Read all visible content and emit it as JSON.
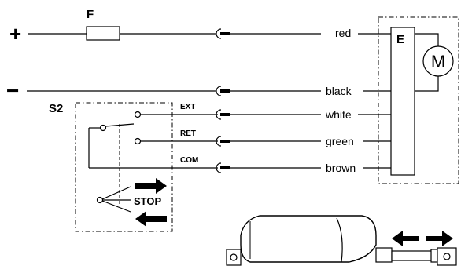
{
  "fuse": {
    "label": "F"
  },
  "supply": {
    "plus": "+",
    "minus": "−"
  },
  "switch": {
    "label": "S2",
    "ext": "EXT",
    "ret": "RET",
    "com": "COM",
    "stop": "STOP"
  },
  "wires": {
    "red": "red",
    "black": "black",
    "white": "white",
    "green": "green",
    "brown": "brown"
  },
  "controller": {
    "label": "E"
  },
  "motor": {
    "label": "M"
  }
}
